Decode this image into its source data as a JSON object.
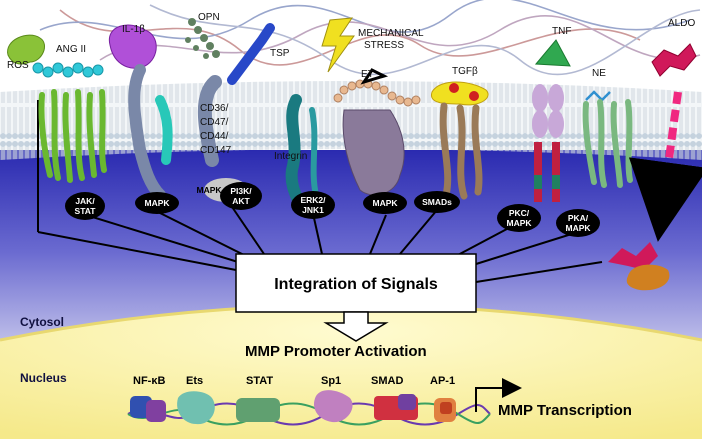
{
  "ligands": {
    "ros": "ROS",
    "ang2": "ANG II",
    "il1b": "IL-1β",
    "opn": "OPN",
    "tsp": "TSP",
    "mech_line1": "MECHANICAL",
    "mech_line2": "STRESS",
    "et": "ET",
    "tgfb": "TGFβ",
    "tnf": "TNF",
    "ne": "NE",
    "aldo": "ALDO"
  },
  "receptors": {
    "cd36": "CD36/",
    "cd47": "CD47/",
    "cd44": "CD44/",
    "cd147": "CD147",
    "integrin": "Integrin"
  },
  "pathways": {
    "jak_stat_1": "JAK/",
    "jak_stat_2": "STAT",
    "mapk_a": "MAPK",
    "mapk_b": "MAPK",
    "pi3k_1": "PI3K/",
    "pi3k_2": "AKT",
    "erk_1": "ERK2/",
    "erk_2": "JNK1",
    "mapk_c": "MAPK",
    "smads": "SMADs",
    "pkc_1": "PKC/",
    "pkc_2": "MAPK",
    "pka_1": "PKA/",
    "pka_2": "MAPK"
  },
  "integration": "Integration of Signals",
  "compartments": {
    "cytosol": "Cytosol",
    "nucleus": "Nucleus"
  },
  "promoter": "MMP Promoter Activation",
  "transcription_factors": {
    "nfkb": "NF-κB",
    "ets": "Ets",
    "stat": "STAT",
    "sp1": "Sp1",
    "smad": "SMAD",
    "ap1": "AP-1"
  },
  "transcription": "MMP Transcription",
  "colors": {
    "cytosol_top": "#2a2ab0",
    "cytosol_bottom": "#eceaf6",
    "nucleus": "#fbf3a6",
    "membrane_head": "#b8c8d8",
    "pill": "#000000",
    "aldo": "#d0195a"
  }
}
